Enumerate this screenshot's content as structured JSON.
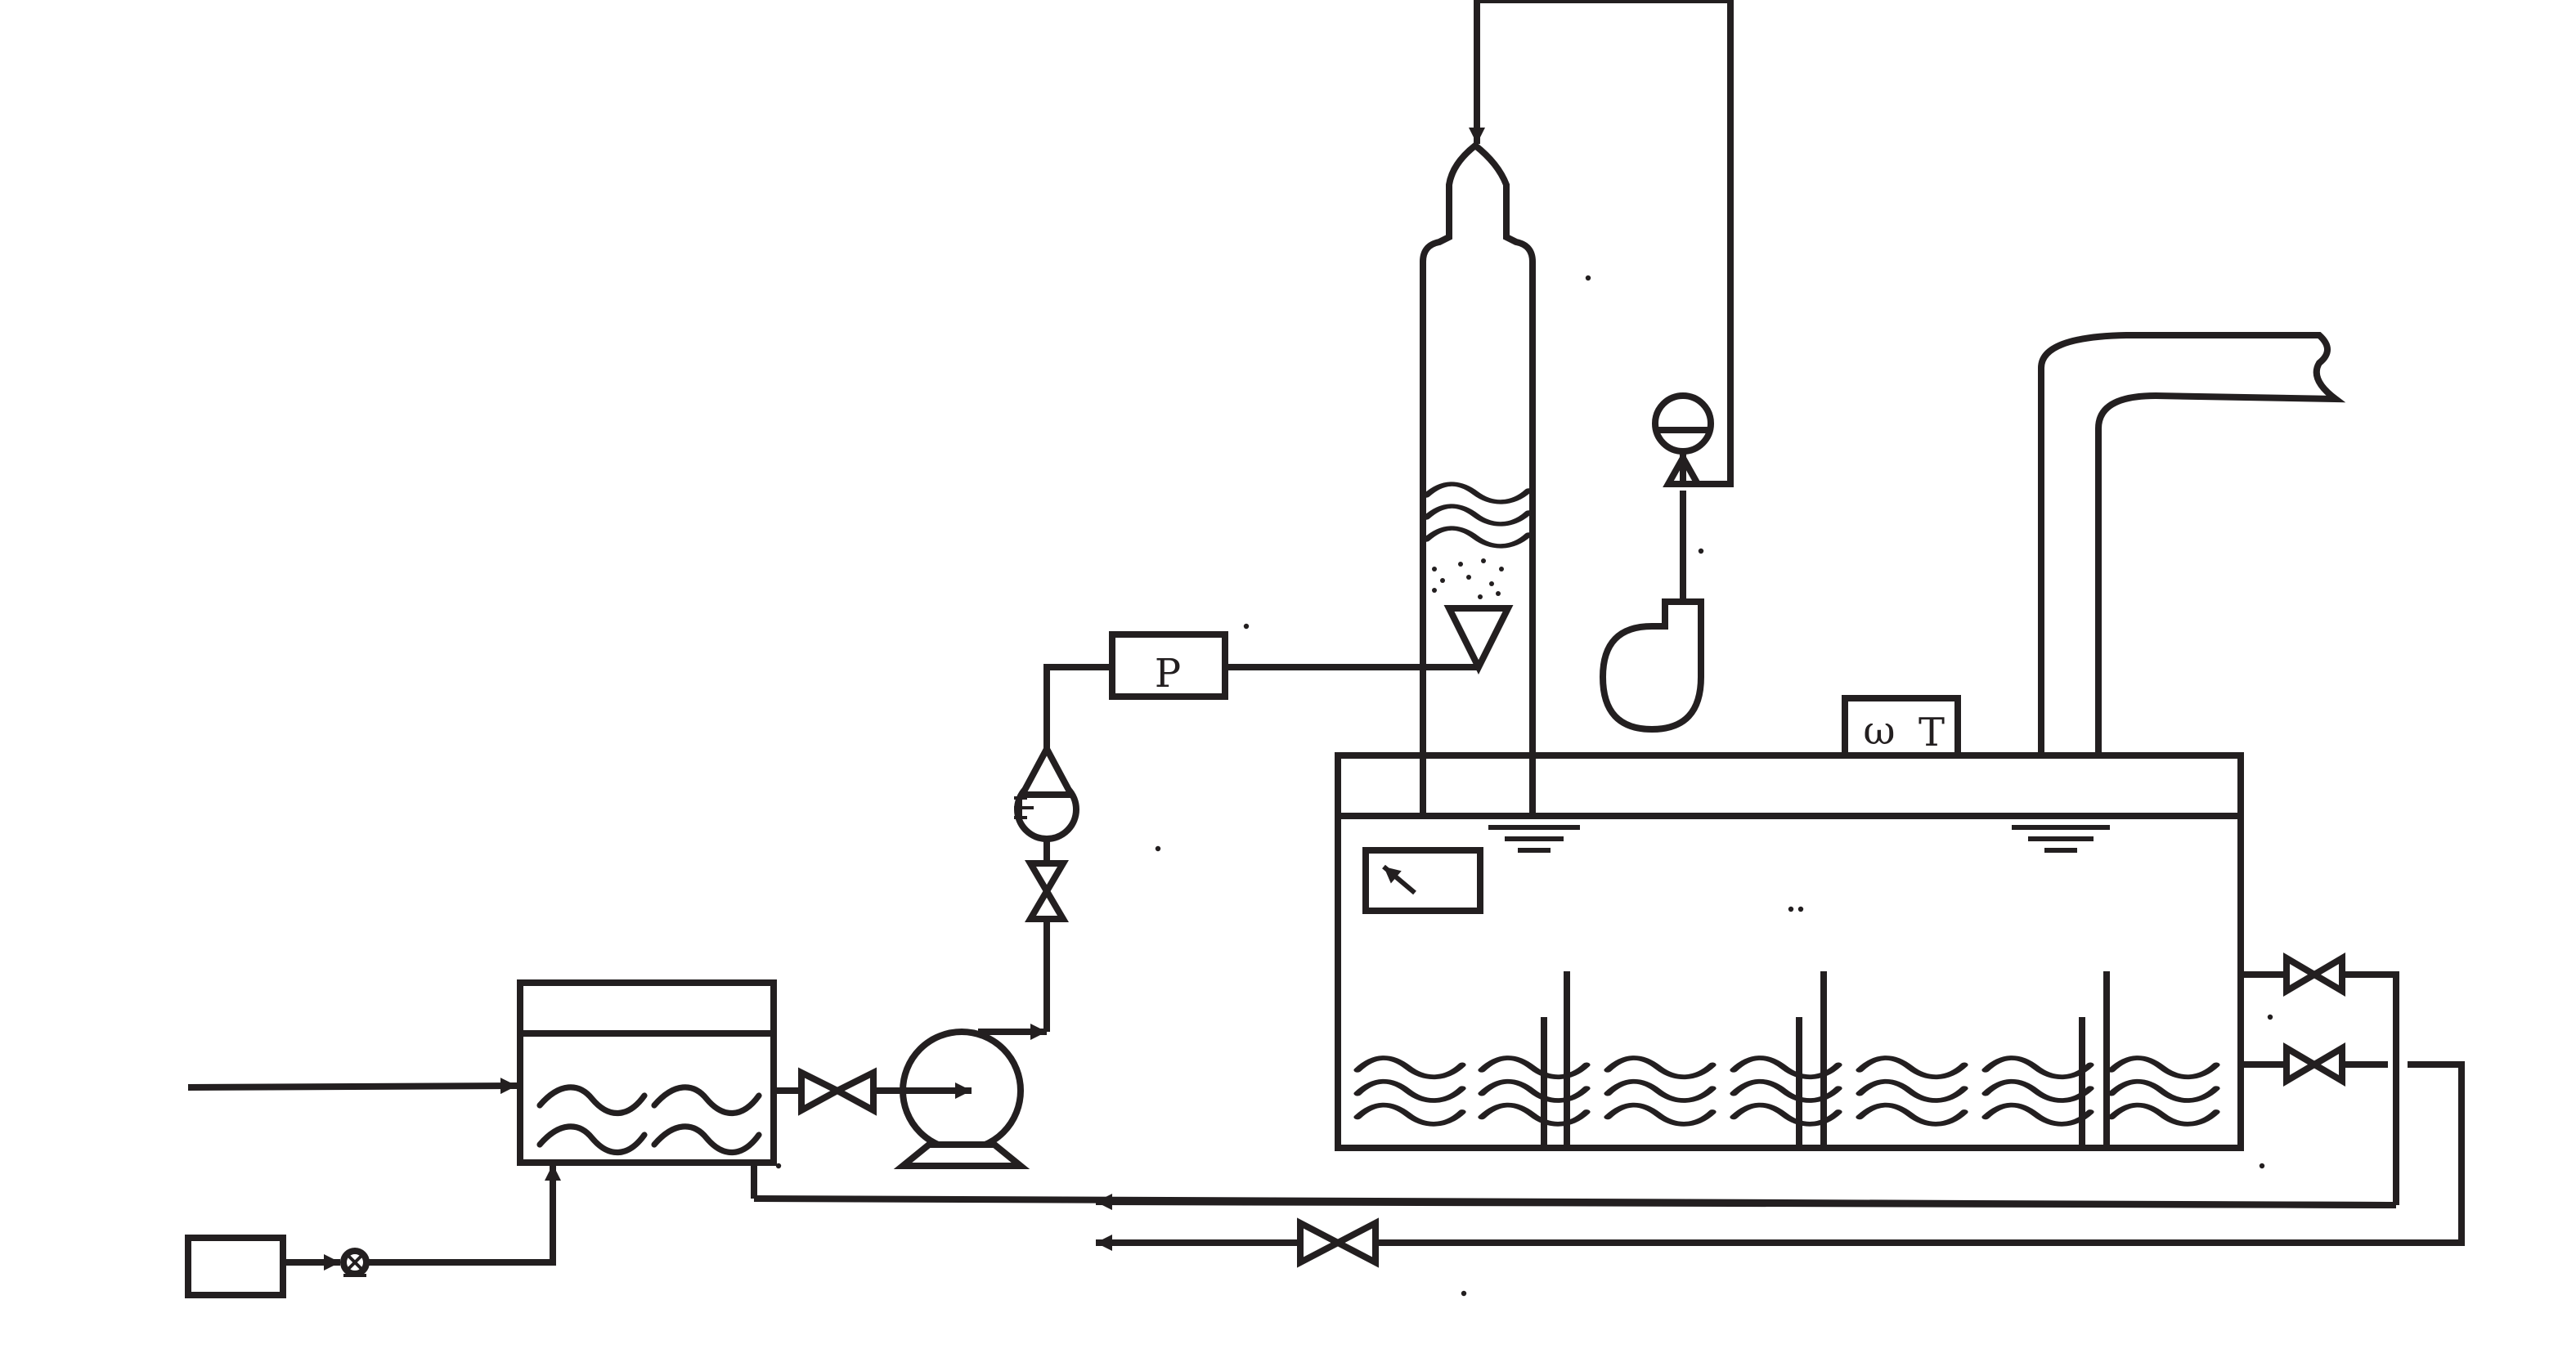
{
  "diagram": {
    "labels": {
      "pressure_gauge": "P",
      "thermometer_symbol": "ω",
      "temperature": "T"
    },
    "colors": {
      "stroke": "#231f20",
      "background": "#ffffff"
    },
    "icons": [
      "arrow-icon",
      "gate-valve-icon",
      "centrifugal-pump-icon",
      "blower-fan-icon",
      "flow-meter-icon",
      "spray-nozzle-icon",
      "liquid-level-icon",
      "wave-icon"
    ]
  }
}
